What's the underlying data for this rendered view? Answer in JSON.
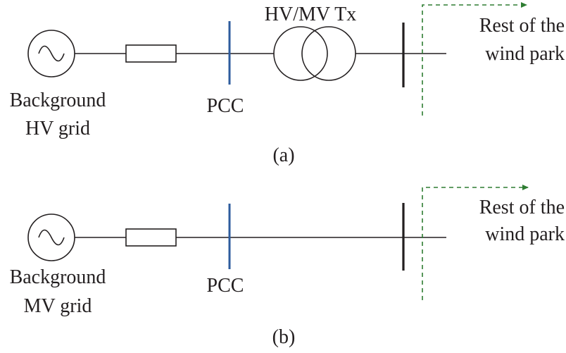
{
  "colors": {
    "pcc_bus": "#2e5c9e",
    "main_bus": "#231f20",
    "dashed_arrow": "#2e7d32",
    "lines": "#231f20"
  },
  "diagram_a": {
    "source_label_line1": "Background",
    "source_label_line2": "HV grid",
    "transformer_label": "HV/MV Tx",
    "pcc_label": "PCC",
    "rest_label_line1": "Rest of the",
    "rest_label_line2": "wind park",
    "caption": "(a)",
    "source_icon": "ac-source-icon",
    "impedance_icon": "impedance-box-icon",
    "transformer_icon": "two-winding-transformer-icon"
  },
  "diagram_b": {
    "source_label_line1": "Background",
    "source_label_line2": "MV grid",
    "pcc_label": "PCC",
    "rest_label_line1": "Rest of the",
    "rest_label_line2": "wind park",
    "caption": "(b)",
    "source_icon": "ac-source-icon",
    "impedance_icon": "impedance-box-icon"
  }
}
